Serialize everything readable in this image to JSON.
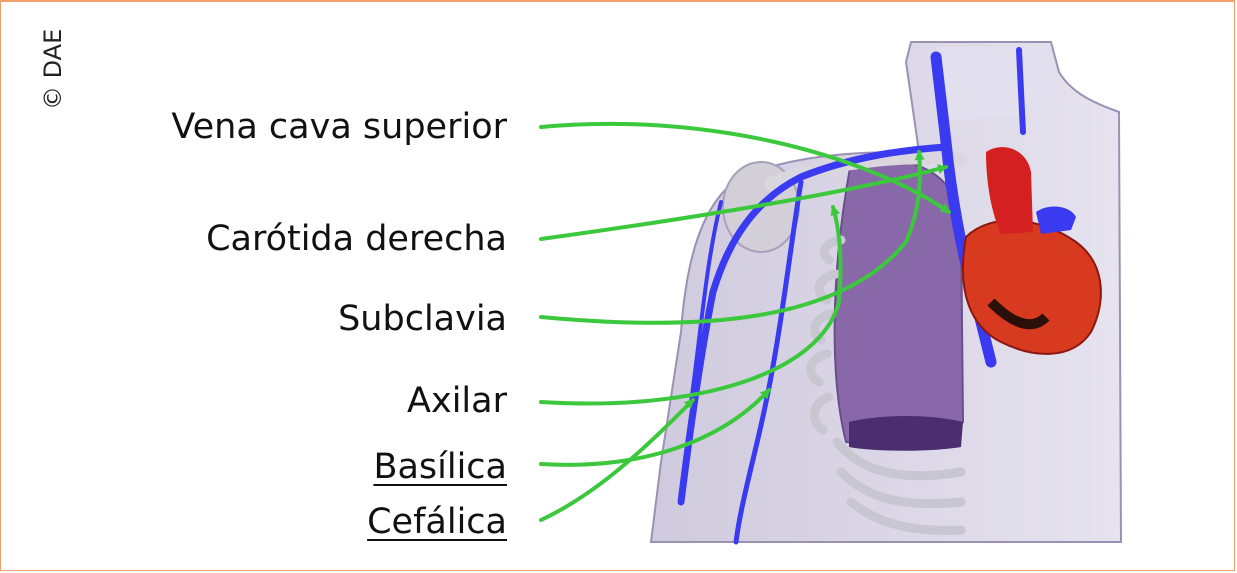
{
  "copyright": "© DAE",
  "labels": {
    "vena_cava": "Vena cava superior",
    "carotida": "Carótida derecha",
    "subclavia": "Subclavia",
    "axilar": "Axilar",
    "basilica": "Basílica",
    "cefalica": "Cefálica"
  },
  "colors": {
    "frame": "#f0a06a",
    "pointer": "#3cc83c",
    "vein": "#3a3af0",
    "artery": "#d42020",
    "lung": "#8868a8",
    "body": "#d8d4e6"
  }
}
